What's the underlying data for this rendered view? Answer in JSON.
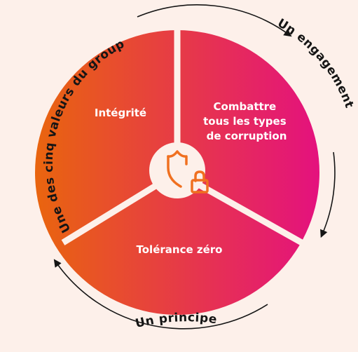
{
  "diagram": {
    "segments": [
      {
        "label": "Intégrité"
      },
      {
        "label_lines": [
          "Combattre",
          "tous les types",
          "de corruption"
        ]
      },
      {
        "label": "Tolérance zéro"
      }
    ],
    "center_icon": "shield-lock-icon",
    "arc_labels": {
      "left": "Une des cinq valeurs du groupe",
      "right": "Un engagement",
      "bottom": "Un principe"
    },
    "colors": {
      "background": "#FDF0EA",
      "gradient_start": "#E9650E",
      "gradient_end": "#E4117E",
      "icon": "#F07020",
      "arc": "#151515",
      "text_on_segment": "#FFFFFF"
    }
  }
}
